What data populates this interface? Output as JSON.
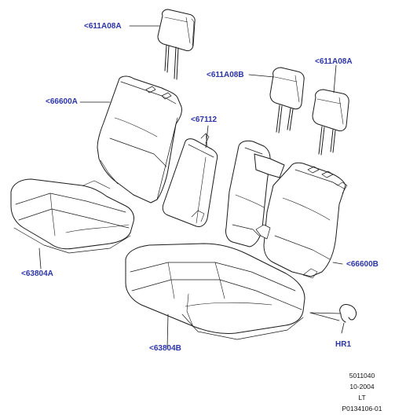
{
  "callouts": {
    "headrest_left": "<611A08A",
    "headrest_mid": "<611A08B",
    "headrest_right": "<611A08A",
    "backrest_left": "<66600A",
    "armrest": "<67112",
    "cushion_left": "<63804A",
    "cushion_center": "<63804B",
    "backrest_right": "<66600B",
    "ring": "HR1"
  },
  "footer": {
    "line1": "5011040",
    "line2": "10-2004",
    "line3": "LT",
    "line4": "P0134106-01"
  },
  "colors": {
    "callout_text": "#2b34a6",
    "outline": "#1a1a1a"
  }
}
